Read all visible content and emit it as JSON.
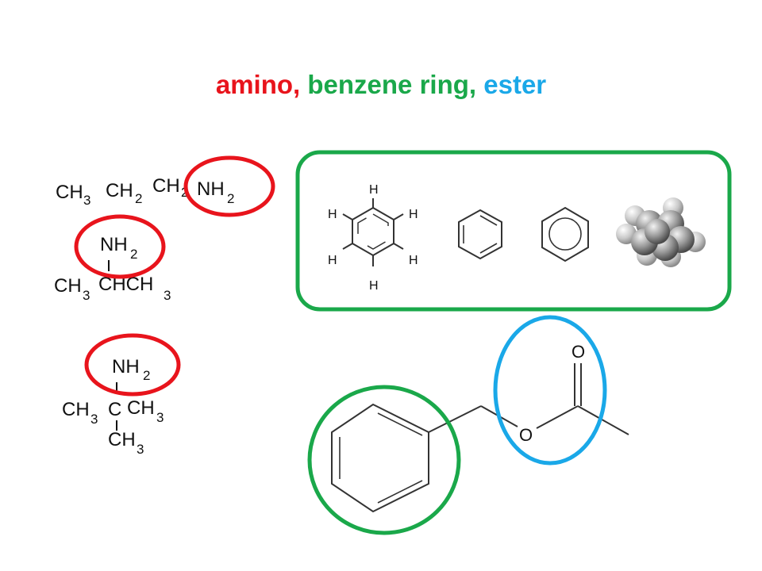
{
  "title": {
    "part1": "amino",
    "sep1": ", ",
    "part2": "benzene ring,",
    "sep2": " ",
    "part3": "ester"
  },
  "colors": {
    "amino": "#e8141c",
    "benzene": "#1aa84a",
    "ester": "#1aa8e8",
    "separator": "#e8141c"
  },
  "molecules": {
    "propylamine": {
      "groups": [
        "CH",
        "3",
        "CH",
        "2",
        "CH",
        "2",
        "NH",
        "2"
      ]
    },
    "isopropylamine": {
      "top": [
        "NH",
        "2"
      ],
      "bottom": [
        "CH",
        "3",
        "CHCH",
        "3"
      ]
    },
    "tert_butylamine": {
      "top": [
        "NH",
        "2"
      ],
      "middle": [
        "CH",
        "3",
        "C",
        "CH",
        "3"
      ],
      "bottom": [
        "CH",
        "3"
      ]
    },
    "benzene_structures": {
      "hydrogen": "H"
    },
    "benzyl_acetate": {
      "oxygen": "O"
    }
  },
  "icons": [
    "benzene-kekule-structure-icon",
    "benzene-ring-icon",
    "benzene-aromatic-circle-icon",
    "benzene-space-filling-model-icon"
  ]
}
